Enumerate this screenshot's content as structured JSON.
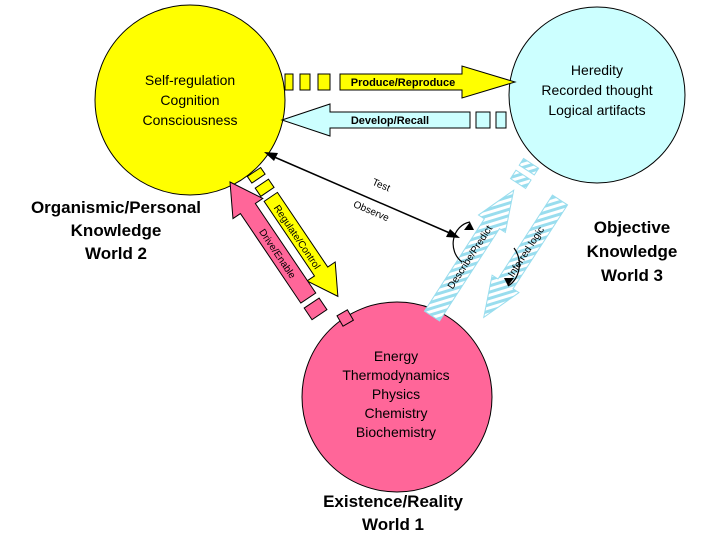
{
  "world2": {
    "circle_lines": [
      "Self-regulation",
      "Cognition",
      "Consciousness"
    ],
    "label_lines": [
      "Organismic/Personal",
      "Knowledge",
      "World 2"
    ],
    "fill": "#FFFF00"
  },
  "world3": {
    "circle_lines": [
      "Heredity",
      "Recorded thought",
      "Logical artifacts"
    ],
    "label_lines": [
      "Objective",
      "Knowledge",
      "World 3"
    ],
    "fill": "#CCFFFF"
  },
  "world1": {
    "circle_lines": [
      "Energy",
      "Thermodynamics",
      "Physics",
      "Chemistry",
      "Biochemistry"
    ],
    "label_lines": [
      "Existence/Reality",
      "World 1"
    ],
    "fill": "#FF6699"
  },
  "arrows": {
    "produce": "Produce/Reproduce",
    "develop": "Develop/Recall",
    "regulate": "Regulate/Control",
    "drive": "Drive/Enable",
    "test": "Test",
    "observe": "Observe",
    "describe": "Describe/Predict",
    "inferred": "Inferred logic"
  }
}
